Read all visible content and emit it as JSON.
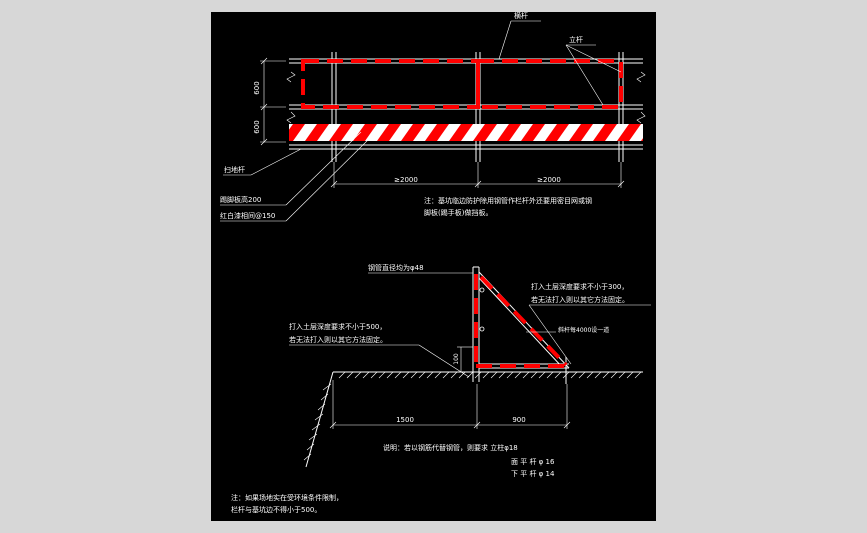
{
  "labels": {
    "crossbar": "横杆",
    "post": "立杆",
    "sweep_bar": "扫地杆",
    "toe_board_1": "踢脚板高200",
    "toe_board_2": "红白漆相间@150",
    "note_top_1": "注：基坑临边防护除用钢管作栏杆外还要用密目网或钢",
    "note_top_2": "脚板(踢手板)做挡板。",
    "pipe_diameter": "钢管直径均为φ48",
    "embed_left_1": "打入土层深度要求不小于500，",
    "embed_left_2": "若无法打入则以其它方法固定。",
    "embed_right_1": "打入土层深度要求不小于300，",
    "embed_right_2": "若无法打入则以其它方法固定。",
    "brace_note": "斜杆每4000设一道",
    "desc_1": "说明：若以钢筋代替钢管，则要求 立柱φ18",
    "desc_2": "面 平 杆 φ 16",
    "desc_3": "下 平 杆 φ 14",
    "bottom_note_1": "注：如果场地实在受环境条件限制，",
    "bottom_note_2": "栏杆与基坑边不得小于500。"
  },
  "dimensions": {
    "upper_height": "600",
    "lower_height": "600",
    "span_left": "≥2000",
    "span_right": "≥2000",
    "post_height_small": "100",
    "ground_left": "1500",
    "ground_right": "900"
  },
  "colors": {
    "background": "#000000",
    "lines": "#ffffff",
    "barrier": "#ff0000"
  }
}
